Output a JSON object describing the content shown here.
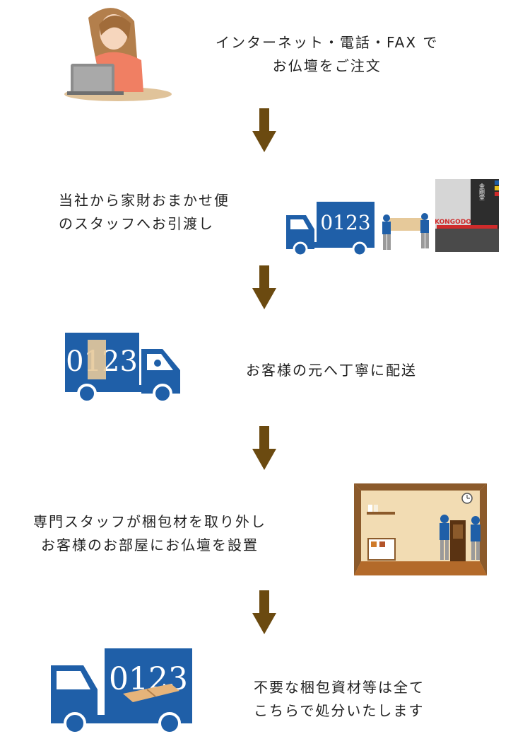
{
  "colors": {
    "truck_blue": "#1f5fa8",
    "arrow_brown": "#6b4a10",
    "text": "#222222"
  },
  "steps": [
    {
      "lines": [
        "インターネット・電話・FAX で",
        "お仏壇をご注文"
      ]
    },
    {
      "lines": [
        "当社から家財おまかせ便",
        "のスタッフへお引渡し"
      ],
      "truck_number": "0123",
      "store_sign": "KONGODO",
      "store_kanji": "金剛堂"
    },
    {
      "lines": [
        "お客様の元へ丁寧に配送"
      ],
      "truck_number": "0123"
    },
    {
      "lines": [
        "専門スタッフが梱包材を取り外し",
        "お客様のお部屋にお仏壇を設置"
      ]
    },
    {
      "lines": [
        "不要な梱包資材等は全て",
        "こちらで処分いたします"
      ],
      "truck_number": "0123"
    }
  ],
  "icons": [
    "woman-laptop-icon",
    "truck-icon",
    "movers-icon",
    "store-icon",
    "room-icon",
    "clock-icon",
    "down-arrow-icon"
  ]
}
